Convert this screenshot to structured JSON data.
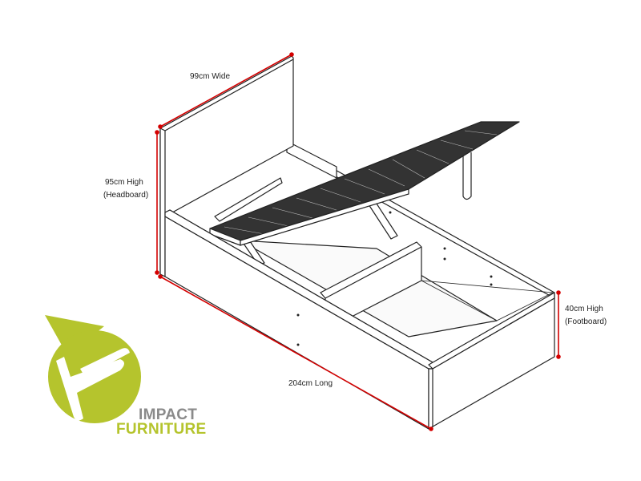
{
  "dimensions": {
    "width": "99cm Wide",
    "headboard_height": "95cm High",
    "headboard_note": "(Headboard)",
    "length": "204cm Long",
    "footboard_height": "40cm High",
    "footboard_note": "(Footboard)"
  },
  "brand": {
    "line1": "IMPACT",
    "line2": "FURNITURE",
    "colors": {
      "green": "#b5c42d",
      "grey": "#8a8a8a",
      "dimension_red": "#d40000"
    }
  }
}
